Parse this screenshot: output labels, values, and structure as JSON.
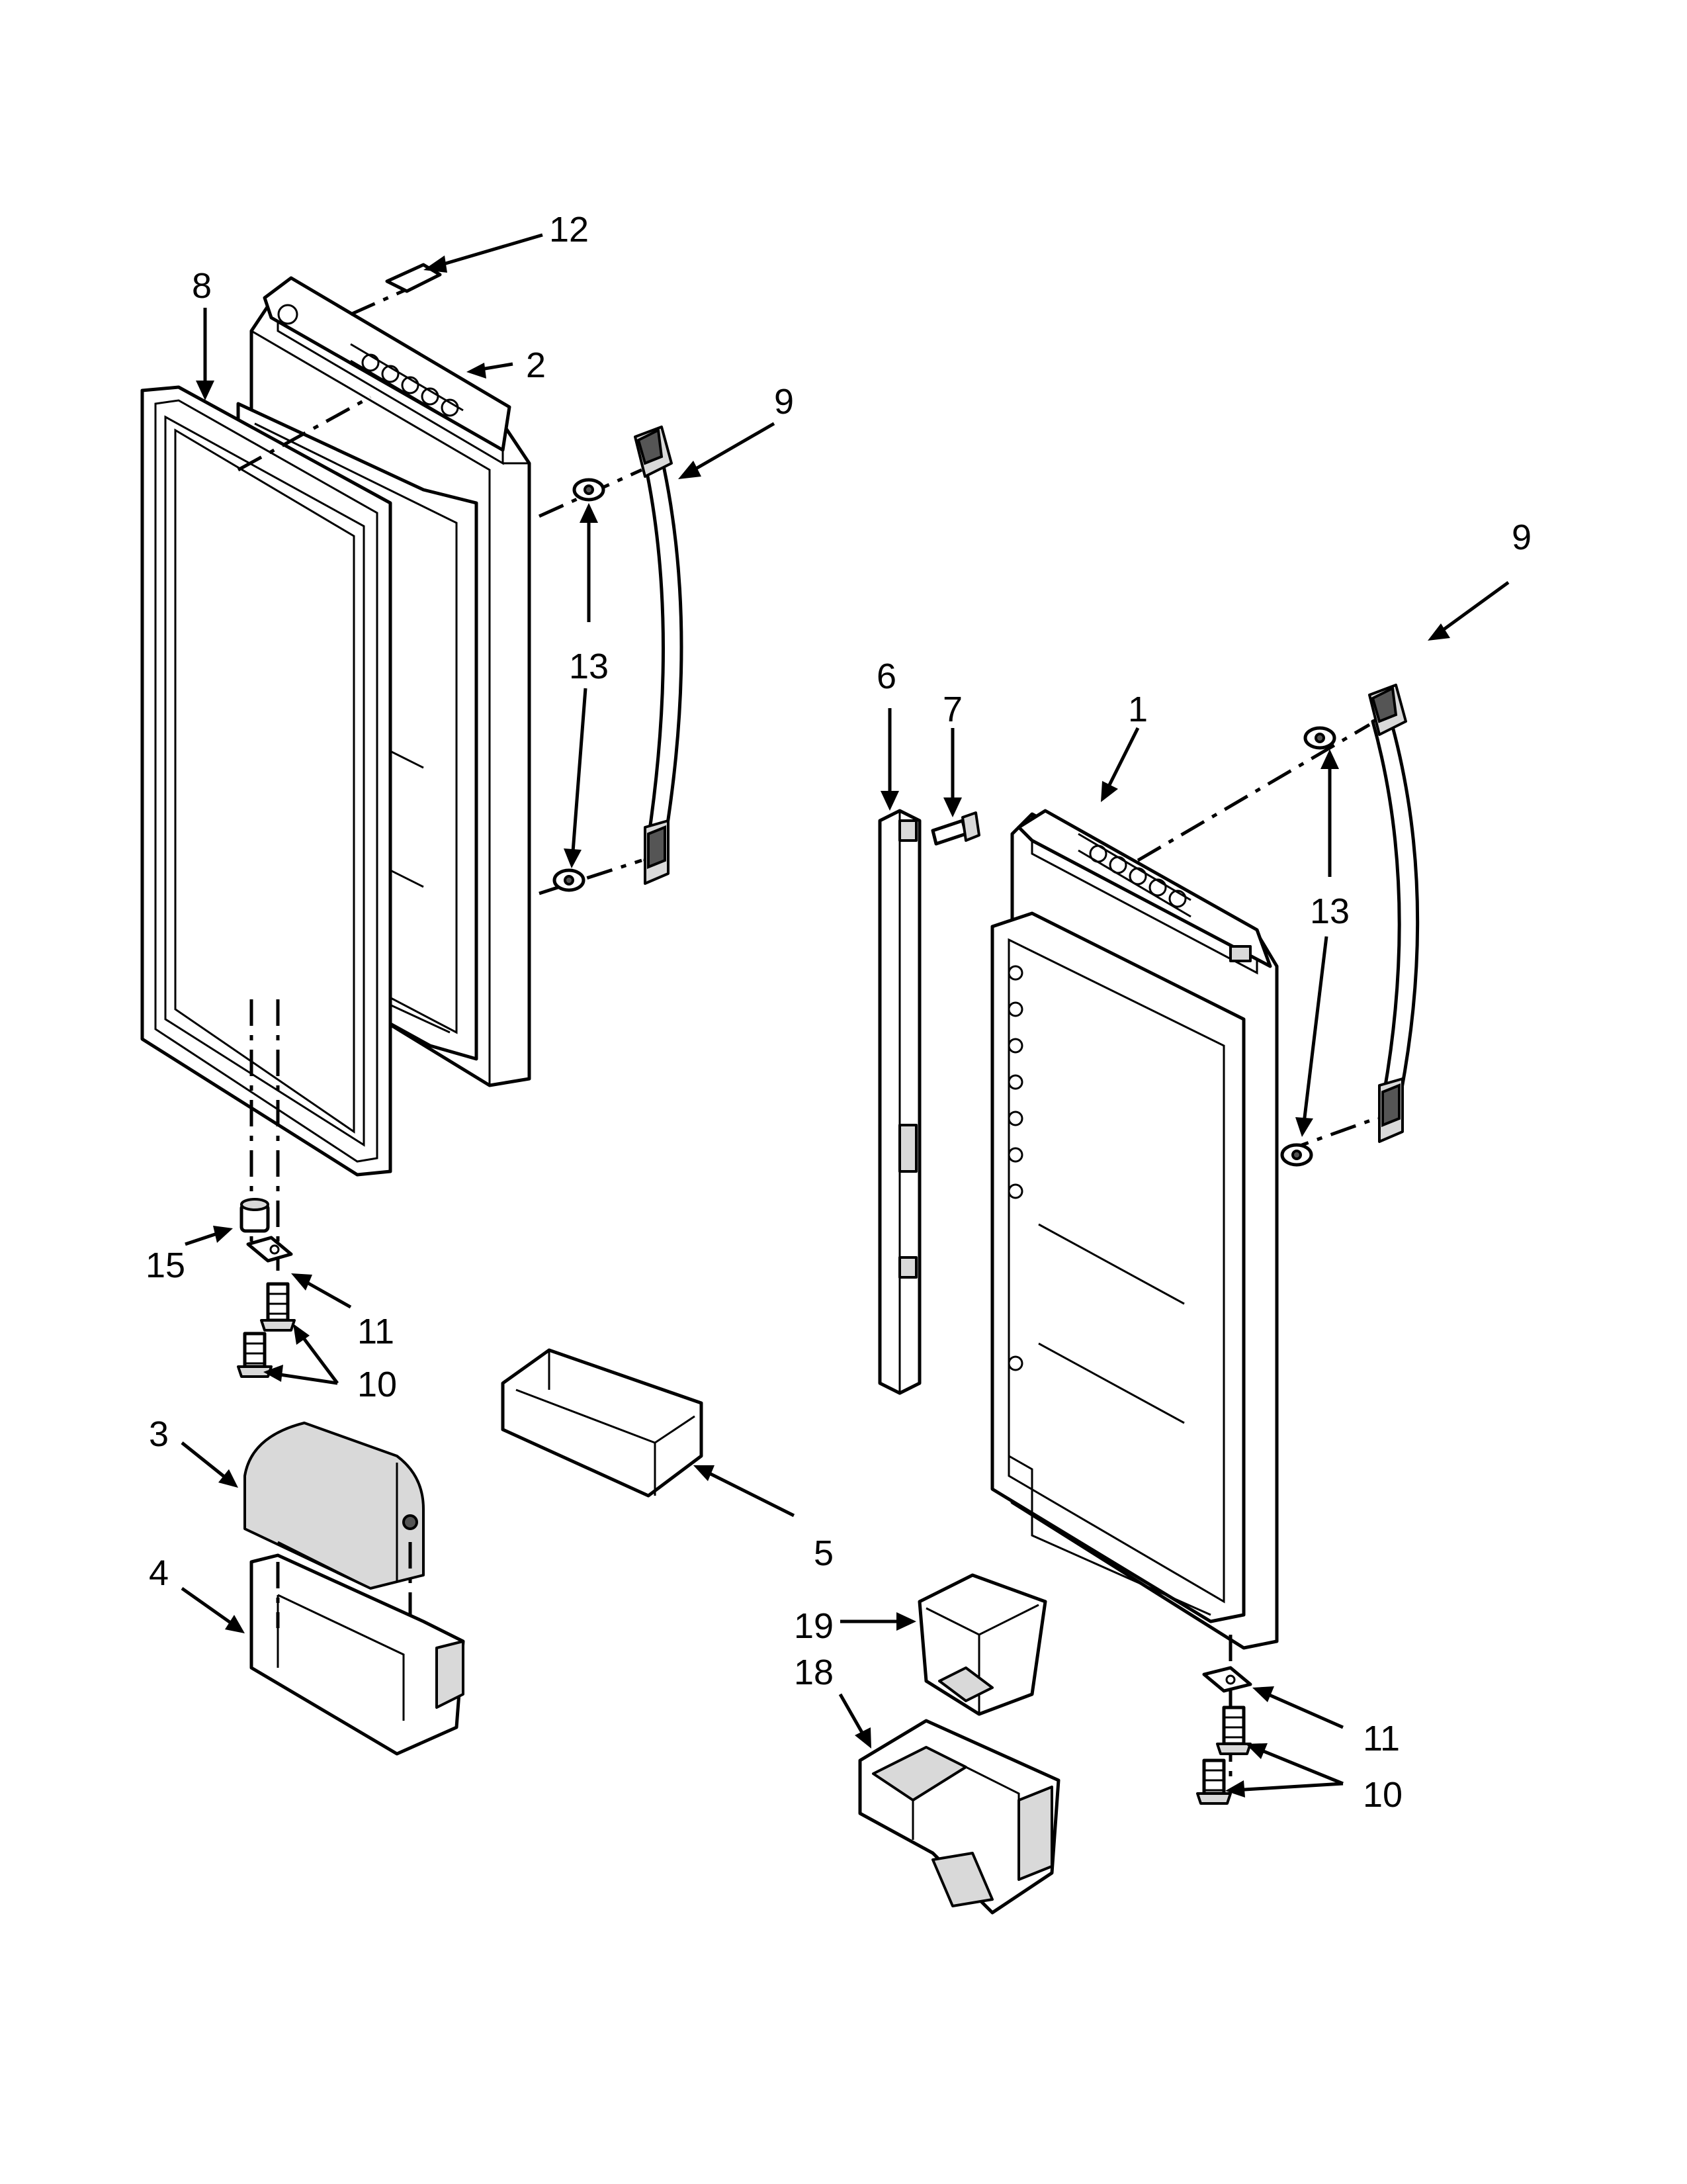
{
  "callouts": {
    "c1": "1",
    "c2": "2",
    "c3": "3",
    "c4": "4",
    "c5": "5",
    "c6": "6",
    "c7": "7",
    "c8": "8",
    "c9_left": "9",
    "c9_right": "9",
    "c10_left": "10",
    "c10_right": "10",
    "c11_left": "11",
    "c11_right": "11",
    "c12": "12",
    "c13_left": "13",
    "c13_right": "13",
    "c15": "15",
    "c18": "18",
    "c19": "19"
  }
}
